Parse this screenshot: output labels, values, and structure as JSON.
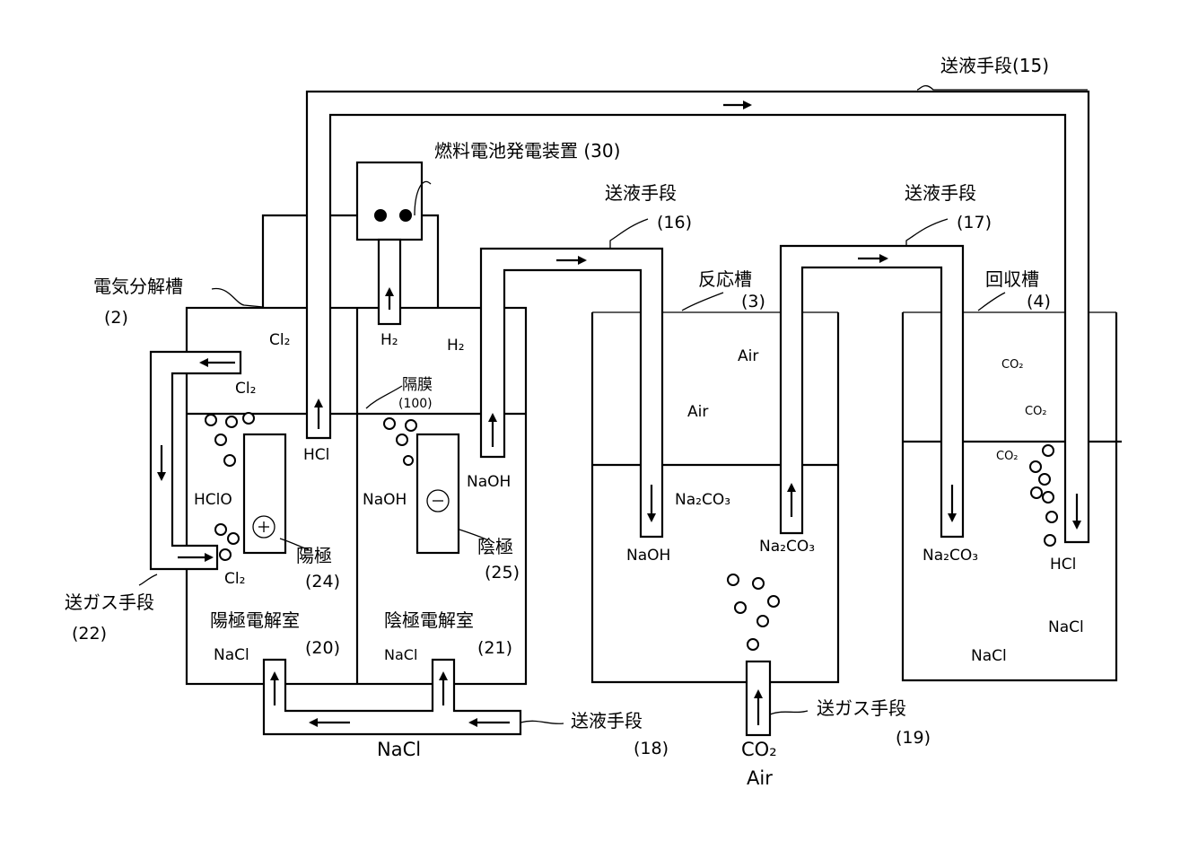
{
  "labels": {
    "pump15": "送液手段(15)",
    "fuelcell": "燃料電池発電装置 (30)",
    "pump16_name": "送液手段",
    "pump16_num": "(16)",
    "pump17_name": "送液手段",
    "pump17_num": "(17)",
    "electrolyzer_name": "電気分解槽",
    "electrolyzer_num": "(2)",
    "reactor_name": "反応槽",
    "reactor_num": "(3)",
    "recovery_name": "回収槽",
    "recovery_num": "(4)",
    "membrane_name": "隔膜",
    "membrane_num": "(100)",
    "anode_name": "陽極",
    "anode_num": "(24)",
    "cathode_name": "陰極",
    "cathode_num": "(25)",
    "anode_room_name": "陽極電解室",
    "anode_room_num": "(20)",
    "cathode_room_name": "陰極電解室",
    "cathode_room_num": "(21)",
    "gas22_name": "送ガス手段",
    "gas22_num": "(22)",
    "pump18_name": "送液手段",
    "pump18_num": "(18)",
    "gas19_name": "送ガス手段",
    "gas19_num": "(19)"
  },
  "chem": {
    "cl2": "Cl₂",
    "h2": "H₂",
    "hcl": "HCl",
    "hclo": "HClO",
    "naoh": "NaOH",
    "nacl": "NaCl",
    "na2co3": "Na₂CO₃",
    "air": "Air",
    "co2": "CO₂"
  },
  "symbols": {
    "plus": "+",
    "minus": "−"
  },
  "icons": {
    "arrow": "arrow-icon",
    "bubble": "bubble-icon",
    "electrode_terminal": "terminal-dot-icon"
  }
}
